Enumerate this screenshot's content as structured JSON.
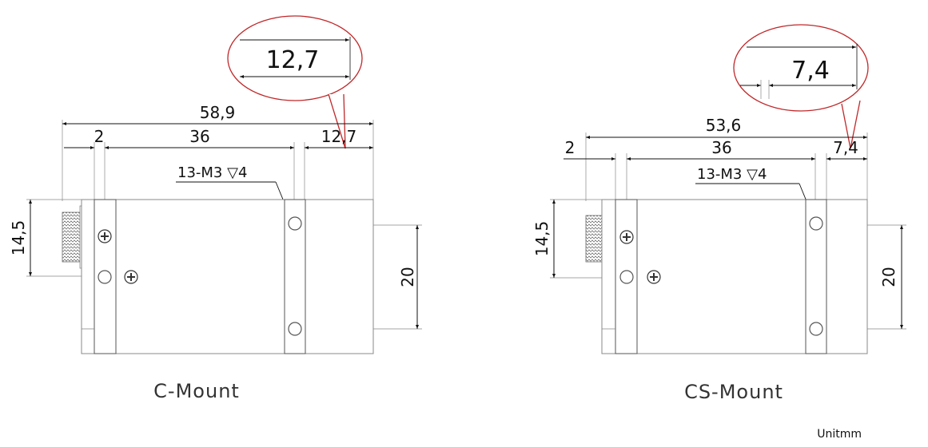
{
  "c_mount": {
    "title": "C-Mount",
    "dims": {
      "overall": "58,9",
      "flange": "2",
      "body": "36",
      "rear": "12,7",
      "callout": "12,7",
      "height": "14,5",
      "spacing": "20"
    },
    "thread_note": "13-M3 ▽4"
  },
  "cs_mount": {
    "title": "CS-Mount",
    "dims": {
      "overall": "53,6",
      "flange": "2",
      "body": "36",
      "rear": "7,4",
      "callout": "7,4",
      "height": "14,5",
      "spacing": "20"
    },
    "thread_note": "13-M3 ▽4"
  },
  "unit": "Unitmm",
  "colors": {
    "callout": "#c0282a",
    "line": "#222222",
    "body_edge": "#888888"
  }
}
